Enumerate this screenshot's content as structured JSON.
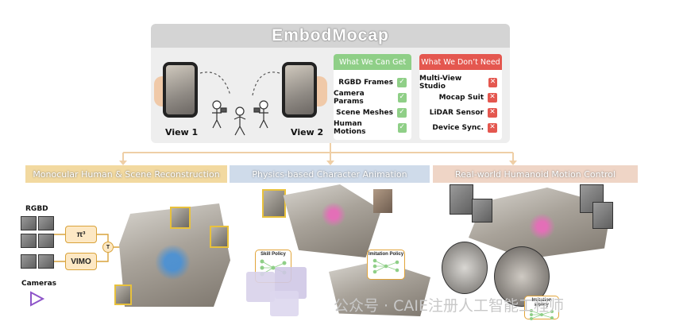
{
  "title": "EmbodMocap",
  "views": {
    "view1": "View 1",
    "view2": "View 2"
  },
  "can_get": {
    "header": "What We Can Get",
    "items": [
      "RGBD Frames",
      "Camera Params",
      "Scene Meshes",
      "Human Motions"
    ]
  },
  "dont_need": {
    "header": "What We Don’t Need",
    "items": [
      "Multi-View Studio",
      "Mocap Suit",
      "LiDAR Sensor",
      "Device Sync."
    ]
  },
  "sections": {
    "s1": "Monocular Human & Scene Reconstruction",
    "s2": "Physics-based Character Animation",
    "s3": "Real-world Humanoid Motion Control"
  },
  "left_panel": {
    "rgbd_label": "RGBD",
    "cameras_label": "Cameras",
    "pi3_label": "π³",
    "vimo_label": "VIMO",
    "t_label": "T"
  },
  "policies": {
    "skill": "Skill Policy",
    "imitation_mid": "Imitation Policy",
    "imitation_right": "Imitation Policy"
  },
  "watermark": "公众号 · CAIE注册人工智能工程师",
  "colors": {
    "title_bar": "#d4d4d4",
    "panel": "#eeeeee",
    "can_get": "#8fcf87",
    "dont_need": "#e4574f",
    "sec1": "#f2d9a0",
    "sec2": "#cfdbea",
    "sec3": "#efd5c6",
    "connector": "#efcfa6"
  },
  "icons": [
    "check-icon",
    "cross-icon",
    "phone-icon",
    "person-icon",
    "camera-icon",
    "arrow-icon"
  ]
}
